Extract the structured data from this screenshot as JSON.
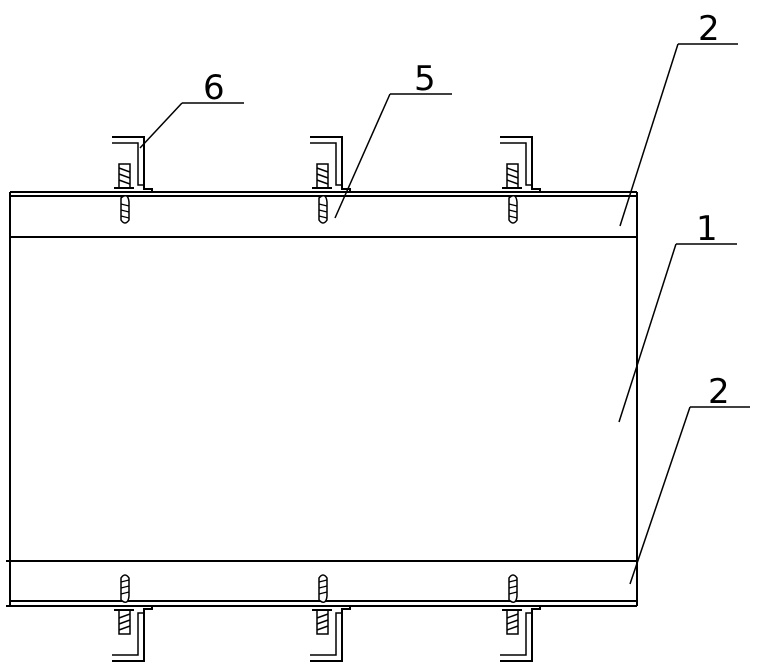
{
  "labels": {
    "main_body": "1",
    "band_top": "2",
    "band_bottom": "2",
    "connector": "5",
    "bracket": "6"
  },
  "colors": {
    "line": "#000000",
    "background": "#ffffff"
  }
}
